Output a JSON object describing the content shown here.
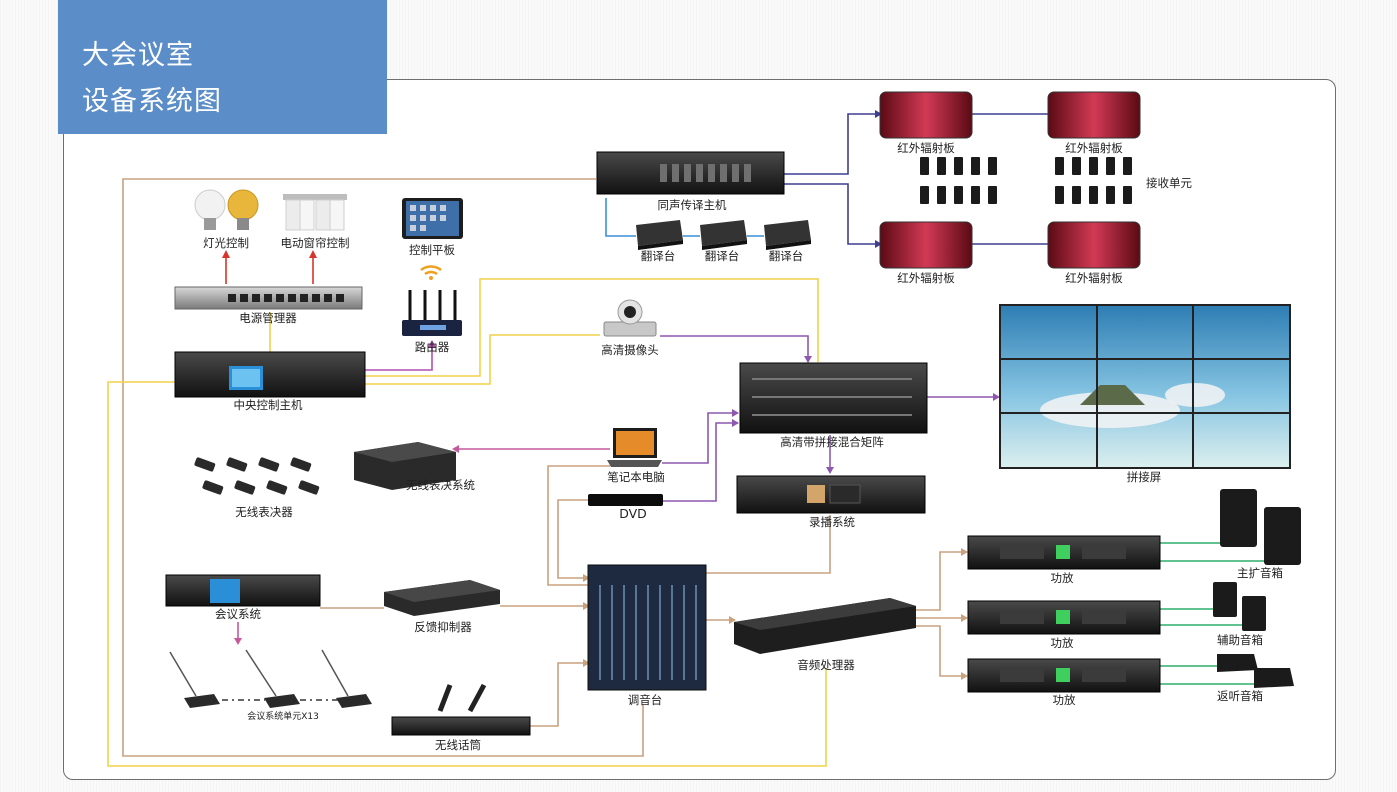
{
  "title": {
    "line1": "大会议室",
    "line2": "设备系统图"
  },
  "labels": {
    "light_control": "灯光控制",
    "curtain_control": "电动窗帘控制",
    "tablet": "控制平板",
    "power_manager": "电源管理器",
    "router": "路由器",
    "central_control": "中央控制主机",
    "interpretation_host": "同声传译主机",
    "interpreter_desk": "翻译台",
    "ir_radiator": "红外辐射板",
    "receiver_units": "接收单元",
    "hd_camera": "高清摄像头",
    "matrix": "高清带拼接混合矩阵",
    "video_wall": "拼接屏",
    "wireless_voting_system": "无线表决系统",
    "wireless_voters": "无线表决器",
    "laptop": "笔记本电脑",
    "dvd": "DVD",
    "recording": "录播系统",
    "conference_system": "会议系统",
    "feedback_suppressor": "反馈抑制器",
    "conference_units": "会议系统单元X13",
    "wireless_mic": "无线话筒",
    "mixer": "调音台",
    "audio_processor": "音频处理器",
    "amplifier": "功放",
    "main_speakers": "主扩音箱",
    "aux_speakers": "辅助音箱",
    "monitor_speakers": "返听音箱"
  },
  "colors": {
    "title_bg": "#5b8dc8",
    "line_yellow": "#f0d24a",
    "line_tan": "#c9a27e",
    "line_purple": "#8e58b0",
    "line_green": "#2fae6a",
    "line_blue": "#3c8fd8",
    "line_red": "#d9342b",
    "line_navy": "#3d3f8f"
  }
}
